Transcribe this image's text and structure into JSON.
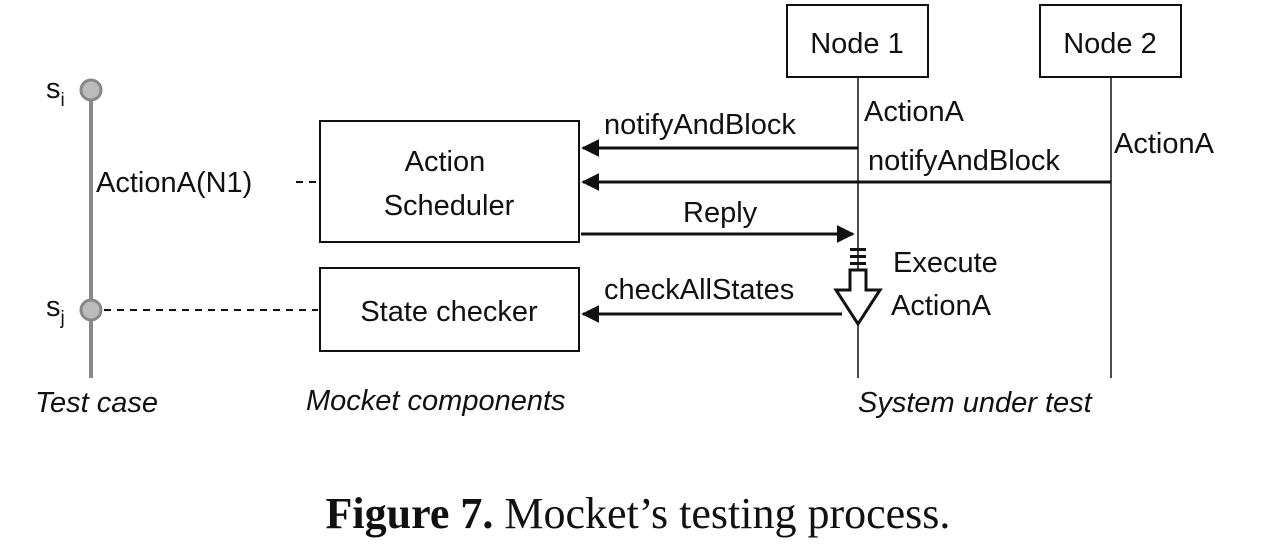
{
  "test_case": {
    "state_i": {
      "letter": "s",
      "subscript": "i"
    },
    "state_j": {
      "letter": "s",
      "subscript": "j"
    },
    "action_label": "ActionA(N1)",
    "section_label": "Test case"
  },
  "mocket": {
    "scheduler_lines": [
      "Action",
      "Scheduler"
    ],
    "checker_label": "State checker",
    "section_label": "Mocket components"
  },
  "system": {
    "node1_label": "Node 1",
    "node2_label": "Node 2",
    "node1_action": "ActionA",
    "node2_action": "ActionA",
    "execute_lines": [
      "Execute",
      "ActionA"
    ],
    "section_label": "System under test"
  },
  "messages": {
    "notify1": "notifyAndBlock",
    "notify2": "notifyAndBlock",
    "reply": "Reply",
    "check": "checkAllStates"
  },
  "caption": {
    "label": "Figure 7.",
    "text": "Mocket’s testing process."
  }
}
